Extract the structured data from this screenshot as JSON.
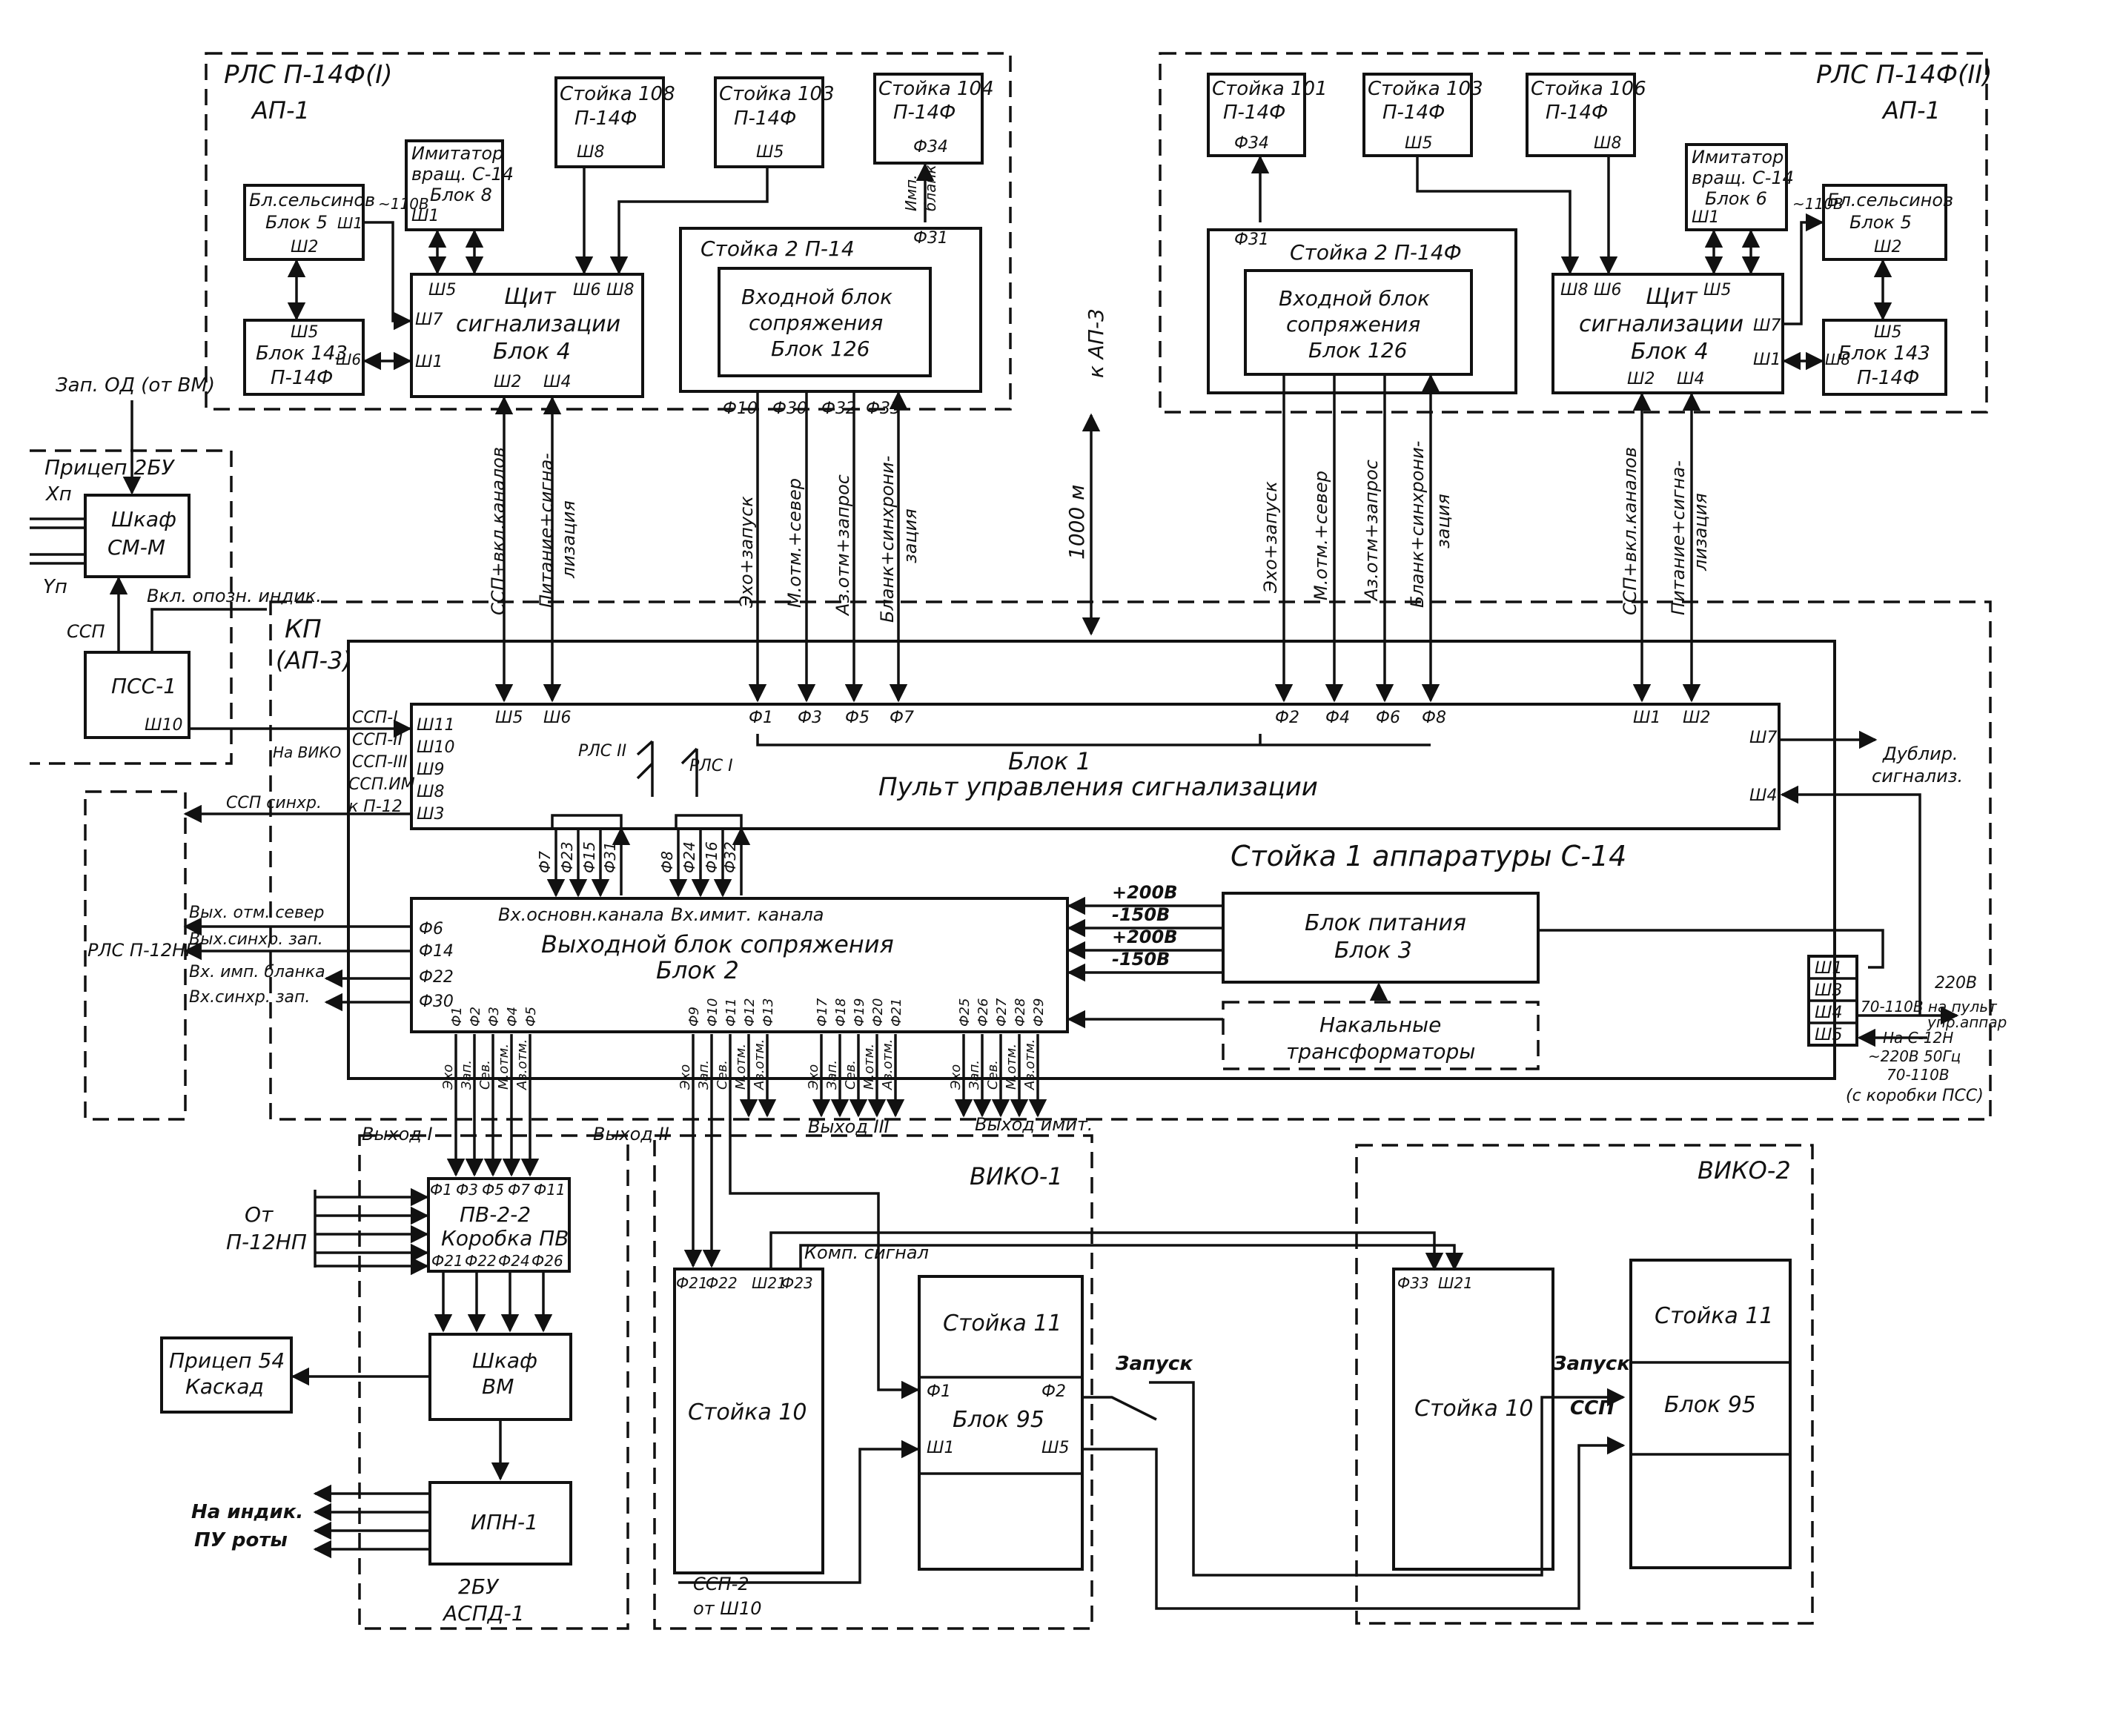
{
  "regions": {
    "rls1": "РЛС П-14Ф(I)",
    "rls1_ap": "АП-1",
    "rls2": "РЛС П-14Ф(II)",
    "rls2_ap": "АП-1",
    "kp": "КП",
    "kp_ap": "(АП-3)",
    "stand1": "Стойка 1 аппаратуры С-14",
    "rls12": "РЛС П-12НП",
    "viko1": "ВИКО-1",
    "viko2": "ВИКО-2",
    "bu_title": "2БУ",
    "bu_sub": "АСПД-1",
    "dist": "1000 м",
    "to_ap3": "к АП-3"
  },
  "rls1": {
    "sels": [
      "Бл.сельсинов",
      "Блок 5"
    ],
    "sels_conn": [
      "Ш1",
      "Ш2"
    ],
    "blk143": [
      "Блок 143",
      "П-14Ф"
    ],
    "blk143_conn": [
      "Ш5",
      "Ш6"
    ],
    "imit": [
      "Имитатор",
      "вращ. С-14",
      "Блок 8"
    ],
    "imit_conn": "Ш1",
    "s108": [
      "Стойка 108",
      "П-14Ф"
    ],
    "s108_conn": "Ш8",
    "s103": [
      "Стойка 103",
      "П-14Ф"
    ],
    "s103_conn": "Ш5",
    "s104": [
      "Стойка 104",
      "П-14Ф"
    ],
    "s104_conn": "Ф34",
    "imp": [
      "Имп.",
      "бланк"
    ],
    "s2": "Стойка 2 П-14",
    "s2_conn": "Ф31",
    "vb": [
      "Входной блок",
      "сопряжения",
      "Блок 126"
    ],
    "vb_conn": [
      "Ф10",
      "Ф30",
      "Ф32",
      "Ф33"
    ],
    "shchit": [
      "Щит",
      "сигнализации",
      "Блок 4"
    ],
    "shchit_top": [
      "Ш5",
      "Ш6",
      "Ш8"
    ],
    "shchit_side": [
      "Ш7",
      "Ш1"
    ],
    "shchit_bot": [
      "Ш2",
      "Ш4"
    ],
    "v110": "~110В"
  },
  "rls2": {
    "s101": [
      "Стойка 101",
      "П-14Ф"
    ],
    "s101_conn": "Ф34",
    "s103": [
      "Стойка 103",
      "П-14Ф"
    ],
    "s103_conn": "Ш5",
    "s106": [
      "Стойка 106",
      "П-14Ф"
    ],
    "s106_conn": "Ш8",
    "imit": [
      "Имитатор",
      "вращ. С-14",
      "Блок 6"
    ],
    "imit_conn": "Ш1",
    "sels": [
      "Бл.сельсинов",
      "Блок 5"
    ],
    "sels_conn": "Ш2",
    "blk143": [
      "Блок 143",
      "П-14Ф"
    ],
    "blk143_conn": [
      "Ш5",
      "Ш8"
    ],
    "s2": "Стойка 2 П-14Ф",
    "s2_conn": "Ф31",
    "vb": [
      "Входной блок",
      "сопряжения",
      "Блок 126"
    ],
    "shchit": [
      "Щит",
      "сигнализации",
      "Блок 4"
    ],
    "shchit_top": [
      "Ш8",
      "Ш6",
      "Ш5"
    ],
    "shchit_side": [
      "Ш7",
      "Ш1"
    ],
    "shchit_bot": [
      "Ш2",
      "Ш4"
    ],
    "v110": "~110В"
  },
  "cables": {
    "ssp_kan": "ССП+вкл.каналов",
    "pit_sig": [
      "Питание+сигна-",
      "лизация"
    ],
    "echo": "Эхо+запуск",
    "m_otm": "М.отм.+север",
    "az_otm": "Аз.отм+запрос",
    "blank": [
      "Бланк+синхрони-",
      "зация"
    ]
  },
  "left": {
    "zap_od": "Зап. ОД (от ВМ)",
    "pricep": "Прицеп 2БУ",
    "xp": "Хп",
    "yp": "Yп",
    "smm": [
      "Шкаф",
      "СМ-М"
    ],
    "vkl": "Вкл. опозн. индик.",
    "ssp": "ССП",
    "pss": "ПСС-1",
    "pss_conn": "Ш10"
  },
  "blok1": {
    "title": [
      "Блок 1",
      "Пульт управления  сигнализации"
    ],
    "left_conn": [
      "Ш11",
      "Ш10",
      "Ш9",
      "Ш8",
      "Ш3"
    ],
    "left_labels": [
      "ССП-I",
      "ССП-II",
      "ССП-III",
      "ССП.ИМ",
      "к П-12"
    ],
    "na_viko": "На ВИКО",
    "ssp_sinhr": "ССП синхр.",
    "top_conn": [
      "Ш5",
      "Ш6",
      "Ф1",
      "Ф3",
      "Ф5",
      "Ф7",
      "Ф2",
      "Ф4",
      "Ф6",
      "Ф8",
      "Ш1",
      "Ш2"
    ],
    "right_conn": [
      "Ш7",
      "Ш4"
    ],
    "rls": [
      "РЛС II",
      "РЛС I"
    ],
    "dubl": [
      "Дублир.",
      "сигнализ."
    ]
  },
  "blok2": {
    "title": [
      "Выходной блок сопряжения",
      "Блок 2"
    ],
    "ch_main": "Вх.основн.канала",
    "ch_imit": "Вх.имит. канала",
    "left_conn": [
      "Ф6",
      "Ф14",
      "Ф22",
      "Ф30"
    ],
    "left_labels": [
      "Вых. отм. север",
      "Вых.синхр. зап.",
      "Вх. имп. бланка",
      "Вх.синхр. зап."
    ],
    "top_conn_a": [
      "Ф7",
      "Ф23",
      "Ф15",
      "Ф31"
    ],
    "top_conn_b": [
      "Ф8",
      "Ф24",
      "Ф16",
      "Ф32"
    ],
    "bot_groups": [
      {
        "conns": [
          "Ф1",
          "Ф2",
          "Ф3",
          "Ф4",
          "Ф5"
        ],
        "labels": [
          "Эхо",
          "Зап.",
          "Сев.",
          "М.отм.",
          "Аз.отм."
        ]
      },
      {
        "conns": [
          "Ф9",
          "Ф10",
          "Ф11",
          "Ф12",
          "Ф13"
        ],
        "labels": [
          "Эхо",
          "Зап.",
          "Сев.",
          "М.отм.",
          "Аз.отм."
        ]
      },
      {
        "conns": [
          "Ф17",
          "Ф18",
          "Ф19",
          "Ф20",
          "Ф21"
        ],
        "labels": [
          "Эхо",
          "Зап.",
          "Сев.",
          "М.отм.",
          "Аз.отм."
        ]
      },
      {
        "conns": [
          "Ф25",
          "Ф26",
          "Ф27",
          "Ф28",
          "Ф29"
        ],
        "labels": [
          "Эхо",
          "Зап.",
          "Сев.",
          "М.отм.",
          "Аз.отм."
        ]
      }
    ],
    "voltages": [
      "+200В",
      "-150В",
      "+200В",
      "-150В"
    ]
  },
  "blok3": {
    "title": [
      "Блок питания",
      "Блок 3"
    ],
    "nakal": [
      "Накальные",
      "трансформаторы"
    ]
  },
  "terminal": {
    "conns": [
      "Ш1",
      "Ш3",
      "Ш4",
      "Ш5"
    ],
    "labels": [
      "220В",
      "70-110В на пульт",
      "упр.аппар",
      "На С-12Н",
      "~220В 50Гц",
      "70-110В",
      "(с коробки ПСС)"
    ]
  },
  "outputs": [
    "Выход I",
    "Выход II",
    "Выход III",
    "Выход имит."
  ],
  "pv": {
    "top_conn": [
      "Ф1",
      "Ф3",
      "Ф5",
      "Ф7",
      "Ф11"
    ],
    "title": [
      "ПВ-2-2",
      "Коробка ПВ"
    ],
    "bot_conn": [
      "Ф21",
      "Ф22",
      "Ф24",
      "Ф26"
    ],
    "from": [
      "От",
      "П-12НП"
    ]
  },
  "bm": [
    "Шкаф",
    "ВМ"
  ],
  "pricep54": [
    "Прицеп 54",
    "Каскад"
  ],
  "ipn": "ИПН-1",
  "na_indik": [
    "На индик.",
    "ПУ роты"
  ],
  "viko1": {
    "s10": "Стойка 10",
    "s10_conn": [
      "Ф21",
      "Ф22",
      "Ш21",
      "Ф23"
    ],
    "komp": "Комп. сигнал",
    "s11": "Стойка 11",
    "b95": "Блок 95",
    "b95_conn": [
      "Ф1",
      "Ф2",
      "Ш1",
      "Ш5"
    ],
    "ssp2": "ССП-2",
    "ot_sh10": "от Ш10",
    "zapusk": "Запуск"
  },
  "viko2": {
    "s10": "Стойка 10",
    "s10_conn": [
      "Ф33",
      "Ш21"
    ],
    "s11": "Стойка 11",
    "b95": "Блок 95",
    "zapusk": "Запуск",
    "ssp": "ССП"
  }
}
